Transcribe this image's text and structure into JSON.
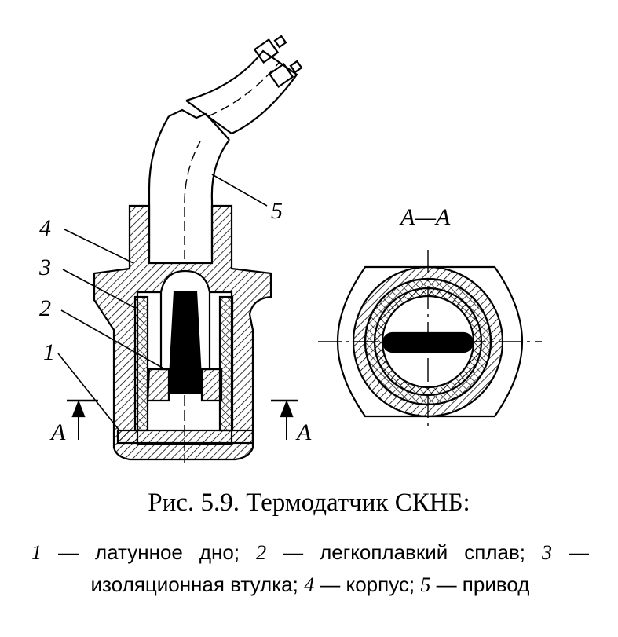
{
  "figure": {
    "callouts": [
      "4",
      "3",
      "2",
      "1",
      "5"
    ],
    "section_mark": "A",
    "section_title": "A—A"
  },
  "caption": {
    "title": "Рис. 5.9. Термодатчик СКНБ:",
    "legend": [
      {
        "num": "1",
        "text": " — латунное дно; "
      },
      {
        "num": "2",
        "text": " — легкоплавкий сплав; "
      },
      {
        "num": "3",
        "text": " — изоляционная втулка; "
      },
      {
        "num": "4",
        "text": " — корпус; "
      },
      {
        "num": "5",
        "text": " — привод"
      }
    ]
  }
}
